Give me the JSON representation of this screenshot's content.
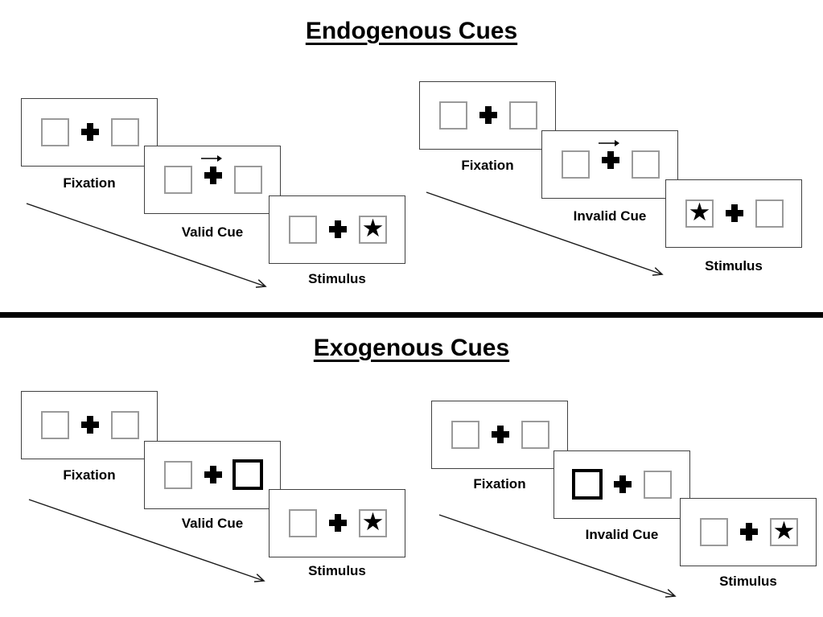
{
  "diagram": {
    "kind": "posner-cueing-paradigm",
    "background": "#ffffff",
    "divider_color": "#000000"
  },
  "colors": {
    "ink": "#000000",
    "panel_border": "#404040",
    "placeholder_square_border": "#9a9a9a",
    "exogenous_cue_square_border": "#000000"
  },
  "icons": {
    "star": "★",
    "fixation_cross": "plus-shape",
    "cue_arrow": "right-arrow"
  },
  "endogenous": {
    "title": "Endogenous Cues",
    "valid": {
      "steps": [
        "Fixation",
        "Valid Cue",
        "Stimulus"
      ],
      "cue_direction": "right",
      "stimulus_side": "right"
    },
    "invalid": {
      "steps": [
        "Fixation",
        "Invalid Cue",
        "Stimulus"
      ],
      "cue_direction": "right",
      "stimulus_side": "left"
    }
  },
  "exogenous": {
    "title": "Exogenous Cues",
    "valid": {
      "steps": [
        "Fixation",
        "Valid Cue",
        "Stimulus"
      ],
      "cued_side": "right",
      "stimulus_side": "right"
    },
    "invalid": {
      "steps": [
        "Fixation",
        "Invalid Cue",
        "Stimulus"
      ],
      "cued_side": "left",
      "stimulus_side": "right"
    }
  }
}
